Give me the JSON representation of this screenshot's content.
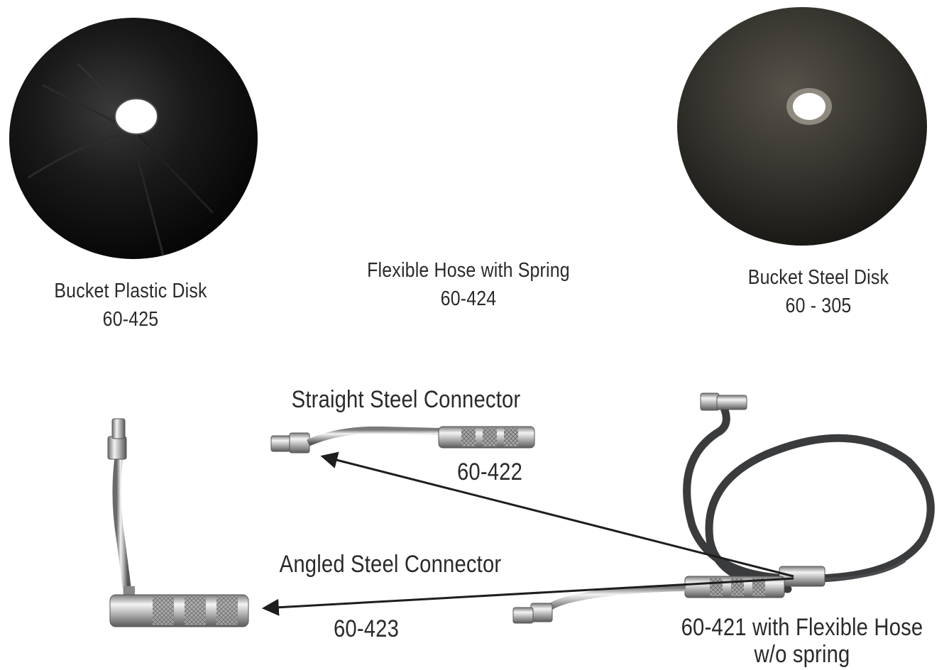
{
  "products": {
    "plastic_disk": {
      "name": "Bucket Plastic Disk",
      "code": "60-425"
    },
    "hose_spring": {
      "name": "Flexible Hose with Spring",
      "code": "60-424"
    },
    "steel_disk": {
      "name": "Bucket Steel Disk",
      "code": "60 - 305"
    },
    "straight_connector": {
      "name": "Straight Steel Connector",
      "code": "60-422"
    },
    "angled_connector": {
      "name": "Angled Steel Connector",
      "code": "60-423"
    },
    "flexible_hose": {
      "name": "60-421 with Flexible Hose",
      "note": "w/o spring"
    }
  },
  "colors": {
    "text": "#2a2a2a",
    "plastic_disk": "#141414",
    "steel_disk": "#2e2c26",
    "hose": "#3a3b3d",
    "chrome": "#c9c9c9",
    "arrow": "#1e1e1e"
  }
}
